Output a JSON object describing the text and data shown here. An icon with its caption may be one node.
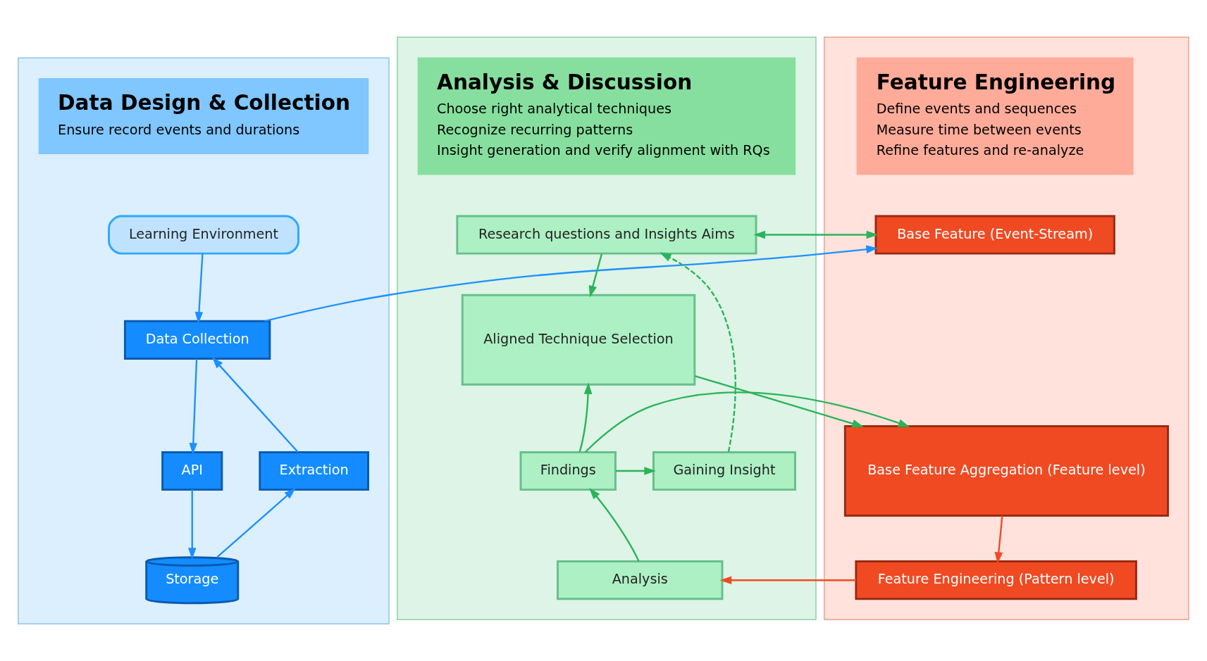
{
  "diagram": {
    "nodes": [
      {
        "text": [],
        "shape": "box"
      },
      {
        "text": [
          "Data Design & Collection",
          "Ensure record events and durations"
        ],
        "in": 0
      },
      {
        "text": [
          "Learning Environment"
        ],
        "in": 0
      },
      {
        "text": [
          "Data Collection"
        ],
        "in": 0
      },
      {
        "text": [
          "API"
        ],
        "in": 0
      },
      {
        "text": [
          "Extraction"
        ],
        "in": 0
      },
      {
        "text": [
          "Storage"
        ],
        "in": 0
      },
      {
        "text": [],
        "shape": "box"
      },
      {
        "text": [
          "Feature Engineering",
          "Define events and sequences",
          "Measure time between events",
          "Refine features and re-analyze"
        ],
        "in": 7
      },
      {
        "text": [
          "Base Feature (Event-Stream)"
        ],
        "in": 7
      },
      {
        "text": [
          "Base Feature Aggregation (Feature level)"
        ],
        "in": 7
      },
      {
        "text": [
          "Feature Engineering (Pattern level)"
        ],
        "in": 7
      },
      {
        "text": [],
        "shape": "box"
      },
      {
        "text": [
          "Analysis & Discussion",
          "Choose right analytical techniques",
          "Recognize recurring patterns",
          "Insight generation and verify alignment with RQs"
        ],
        "in": 12
      },
      {
        "text": [
          "Research questions and Insights Aims"
        ],
        "in": 12
      },
      {
        "text": [
          "Aligned Technique Selection"
        ],
        "in": 12
      },
      {
        "text": [
          "Findings"
        ],
        "in": 12
      },
      {
        "text": [
          "Gaining Insight"
        ],
        "in": 12
      },
      {
        "text": [
          "Analysis"
        ],
        "in": 12
      }
    ],
    "edges": [
      {
        "from": 2,
        "to": 3,
        "arrow": "to",
        "color": "#1e90ff"
      },
      {
        "from": 3,
        "to": 4,
        "arrow": "to",
        "color": "#1e90ff"
      },
      {
        "from": 4,
        "to": 6,
        "arrow": "to",
        "color": "#1e90ff"
      },
      {
        "from": 6,
        "to": 5,
        "arrow": "to",
        "color": "#1e90ff"
      },
      {
        "from": 5,
        "to": 3,
        "arrow": "to",
        "color": "#1e90ff"
      },
      {
        "from": 3,
        "to": 9,
        "arrow": "to",
        "color": "#1e90ff"
      },
      {
        "from": 9,
        "to": 14,
        "arrow": "both"
      },
      {
        "from": 14,
        "to": 15,
        "arrow": "to"
      },
      {
        "from": 15,
        "to": 10,
        "arrow": "to"
      },
      {
        "from": 16,
        "to": 10,
        "arrow": "to"
      },
      {
        "from": 16,
        "to": 15,
        "arrow": "to"
      },
      {
        "from": 16,
        "to": 17,
        "arrow": "to"
      },
      {
        "from": 17,
        "to": 14,
        "arrow": "to",
        "style": "dashed"
      },
      {
        "from": 18,
        "to": 16,
        "arrow": "to"
      },
      {
        "from": 10,
        "to": 11,
        "arrow": "to",
        "color": "#f04a23"
      },
      {
        "from": 11,
        "to": 18,
        "arrow": "to",
        "color": "#f04a23"
      }
    ]
  }
}
